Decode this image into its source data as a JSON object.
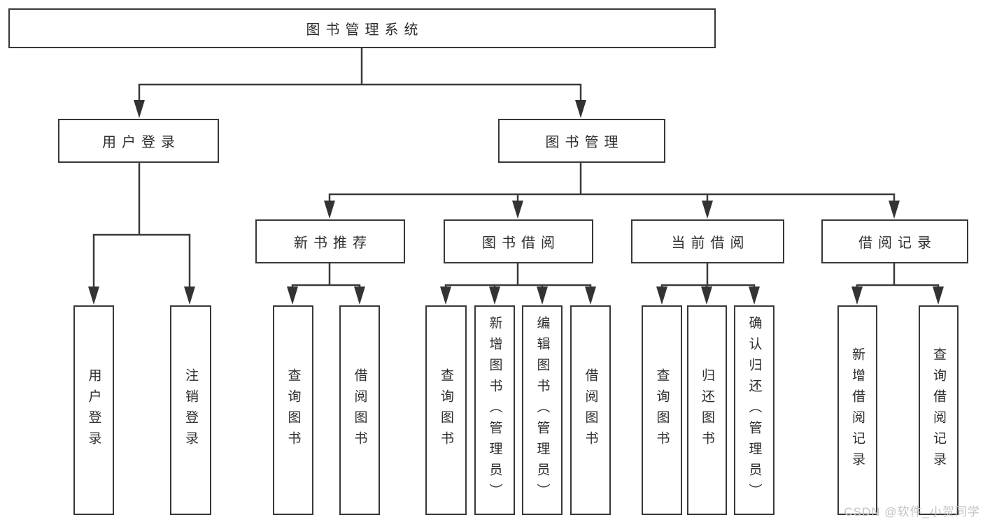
{
  "diagram": {
    "title": "图书管理系统",
    "root": {
      "label": "图书管理系统"
    },
    "branches": [
      {
        "label": "用户登录",
        "children": [
          {
            "label": "用户登录"
          },
          {
            "label": "注销登录"
          }
        ]
      },
      {
        "label": "图书管理",
        "children": [
          {
            "label": "新书推荐",
            "children": [
              {
                "label": "查询图书"
              },
              {
                "label": "借阅图书"
              }
            ]
          },
          {
            "label": "图书借阅",
            "children": [
              {
                "label": "查询图书"
              },
              {
                "label": "新增图书（管理员）"
              },
              {
                "label": "编辑图书（管理员）"
              },
              {
                "label": "借阅图书"
              }
            ]
          },
          {
            "label": "当前借阅",
            "children": [
              {
                "label": "查询图书"
              },
              {
                "label": "归还图书"
              },
              {
                "label": "确认归还（管理员）"
              }
            ]
          },
          {
            "label": "借阅记录",
            "children": [
              {
                "label": "新增借阅记录"
              },
              {
                "label": "查询借阅记录"
              }
            ]
          }
        ]
      }
    ]
  },
  "watermark": {
    "text": "CSDN @软件_小贺同学"
  },
  "colors": {
    "line": "#3a3a3a",
    "box_border": "#383838",
    "text": "#2e2e2e",
    "watermark": "#c4c4c4",
    "background": "#ffffff"
  }
}
